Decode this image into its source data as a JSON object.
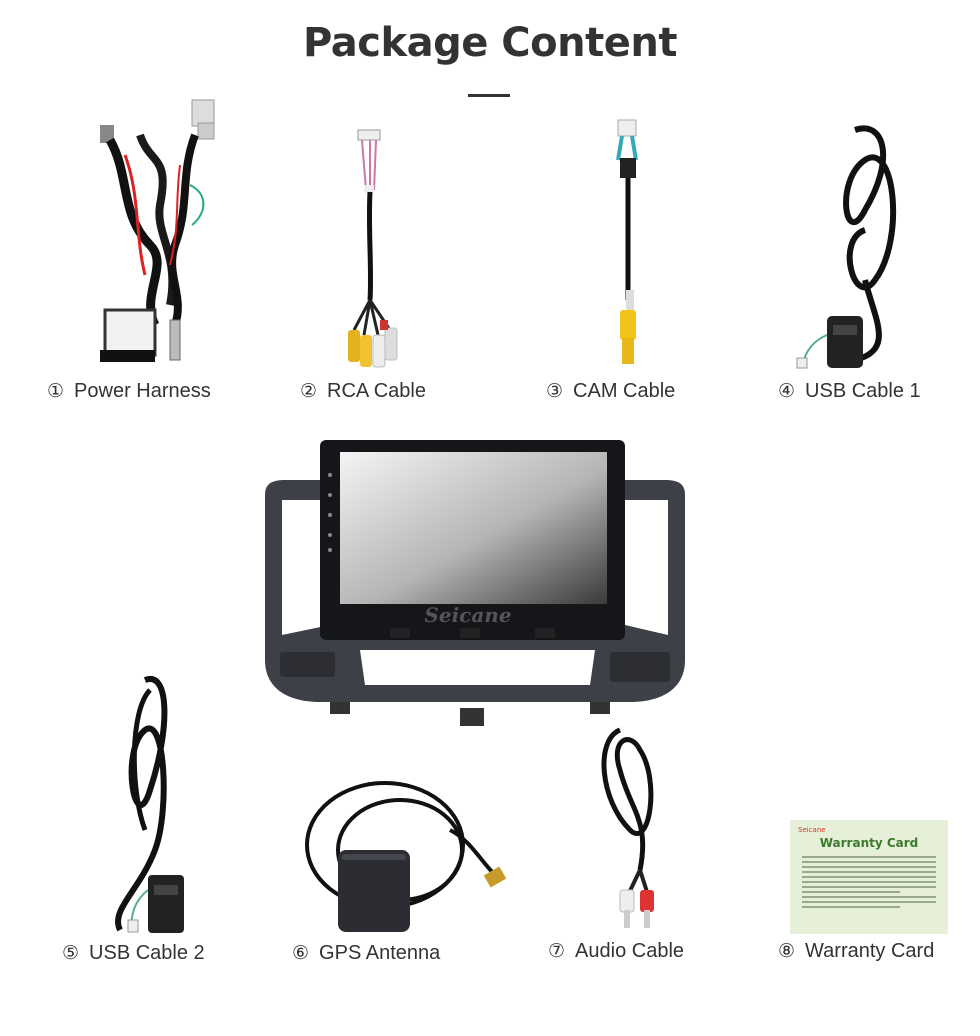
{
  "header": {
    "title": "Package Content"
  },
  "items": [
    {
      "num": "①",
      "label": "Power Harness"
    },
    {
      "num": "②",
      "label": "RCA Cable"
    },
    {
      "num": "③",
      "label": "CAM Cable"
    },
    {
      "num": "④",
      "label": "USB Cable 1"
    },
    {
      "num": "⑤",
      "label": "USB Cable 2"
    },
    {
      "num": "⑥",
      "label": "GPS Antenna"
    },
    {
      "num": "⑦",
      "label": "Audio Cable"
    },
    {
      "num": "⑧",
      "label": "Warranty Card"
    }
  ],
  "head_unit": {
    "brand": "Seicane"
  },
  "warranty_card": {
    "brand": "Seicane",
    "title": "Warranty Card"
  }
}
